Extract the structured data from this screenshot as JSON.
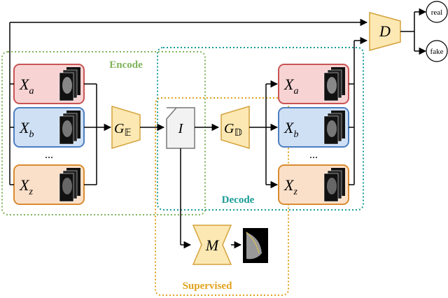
{
  "regions": {
    "encode": {
      "label": "Encode",
      "color": "#7fb35a"
    },
    "decode": {
      "label": "Decode",
      "color": "#1a9c96"
    },
    "supervised": {
      "label": "Supervised",
      "color": "#e0a21c"
    }
  },
  "inputs": [
    {
      "var": "X",
      "sub": "a",
      "fill": "#f8d3d3",
      "stroke": "#c85555"
    },
    {
      "var": "X",
      "sub": "b",
      "fill": "#cfe0f5",
      "stroke": "#4d7fc0"
    },
    {
      "var": "X",
      "sub": "z",
      "fill": "#fbe0c9",
      "stroke": "#d98c2f"
    }
  ],
  "outputs": [
    {
      "var": "X",
      "sub": "a",
      "fill": "#f8d3d3",
      "stroke": "#c85555"
    },
    {
      "var": "X",
      "sub": "b",
      "fill": "#cfe0f5",
      "stroke": "#4d7fc0"
    },
    {
      "var": "X",
      "sub": "z",
      "fill": "#fbe0c9",
      "stroke": "#d98c2f"
    }
  ],
  "ellipsis": "...",
  "encoder": {
    "var": "G",
    "sub": "𝔼"
  },
  "decoder": {
    "var": "G",
    "sub": "𝔻"
  },
  "latent": {
    "label": "I"
  },
  "discriminator": {
    "label": "D"
  },
  "segmenter": {
    "label": "M"
  },
  "outcomes": [
    "real",
    "fake"
  ],
  "colors": {
    "block_fill": "#fce8b2",
    "block_stroke": "#d4a23c",
    "latent_fill": "#f2f2f2",
    "latent_stroke": "#777777"
  }
}
